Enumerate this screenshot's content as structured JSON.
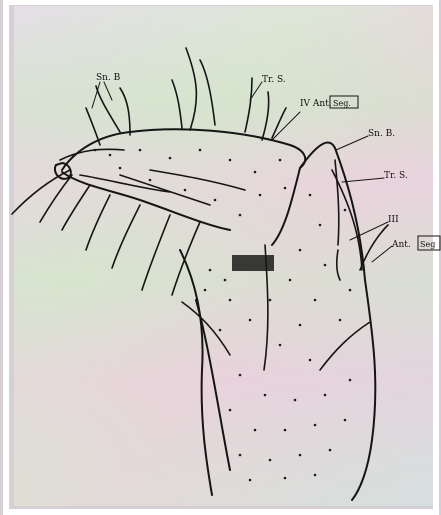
{
  "labels": {
    "sn_b_left": "Sn. B",
    "tr_s_top": "Tr. S.",
    "iv_ant_seg": "IV Ant.",
    "seg_box_top": "Seg.",
    "sn_b_right": "Sn. B.",
    "tr_s_right": "Tr. S.",
    "iii": "III",
    "ant_seg": "Ant.",
    "seg_box_bottom": "Seg"
  },
  "colors": {
    "ink": "#151515",
    "paper_light": "#ece8ea",
    "paper_green": "#cfe3c6",
    "paper_pink": "#e8cfd9",
    "paper_border": "#ffffff",
    "background": "#d8d2d8",
    "sensory_pit": "#1b1b1b"
  }
}
